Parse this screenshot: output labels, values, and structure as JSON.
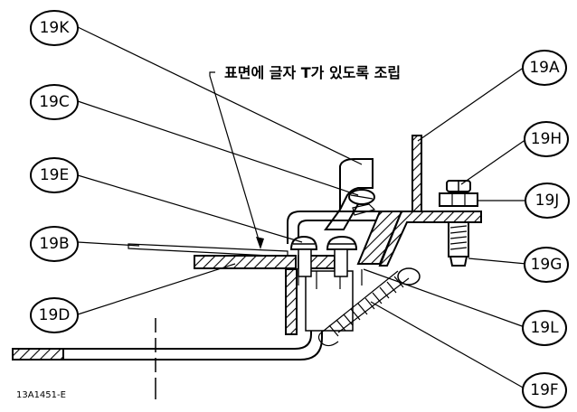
{
  "callouts": {
    "k": "19K",
    "c": "19C",
    "e": "19E",
    "b": "19B",
    "d": "19D",
    "a": "19A",
    "h": "19H",
    "j": "19J",
    "g": "19G",
    "l": "19L",
    "f": "19F"
  },
  "note": "표면에 글자 T가 있도록 조립",
  "drawing_code": "13A1451-E"
}
